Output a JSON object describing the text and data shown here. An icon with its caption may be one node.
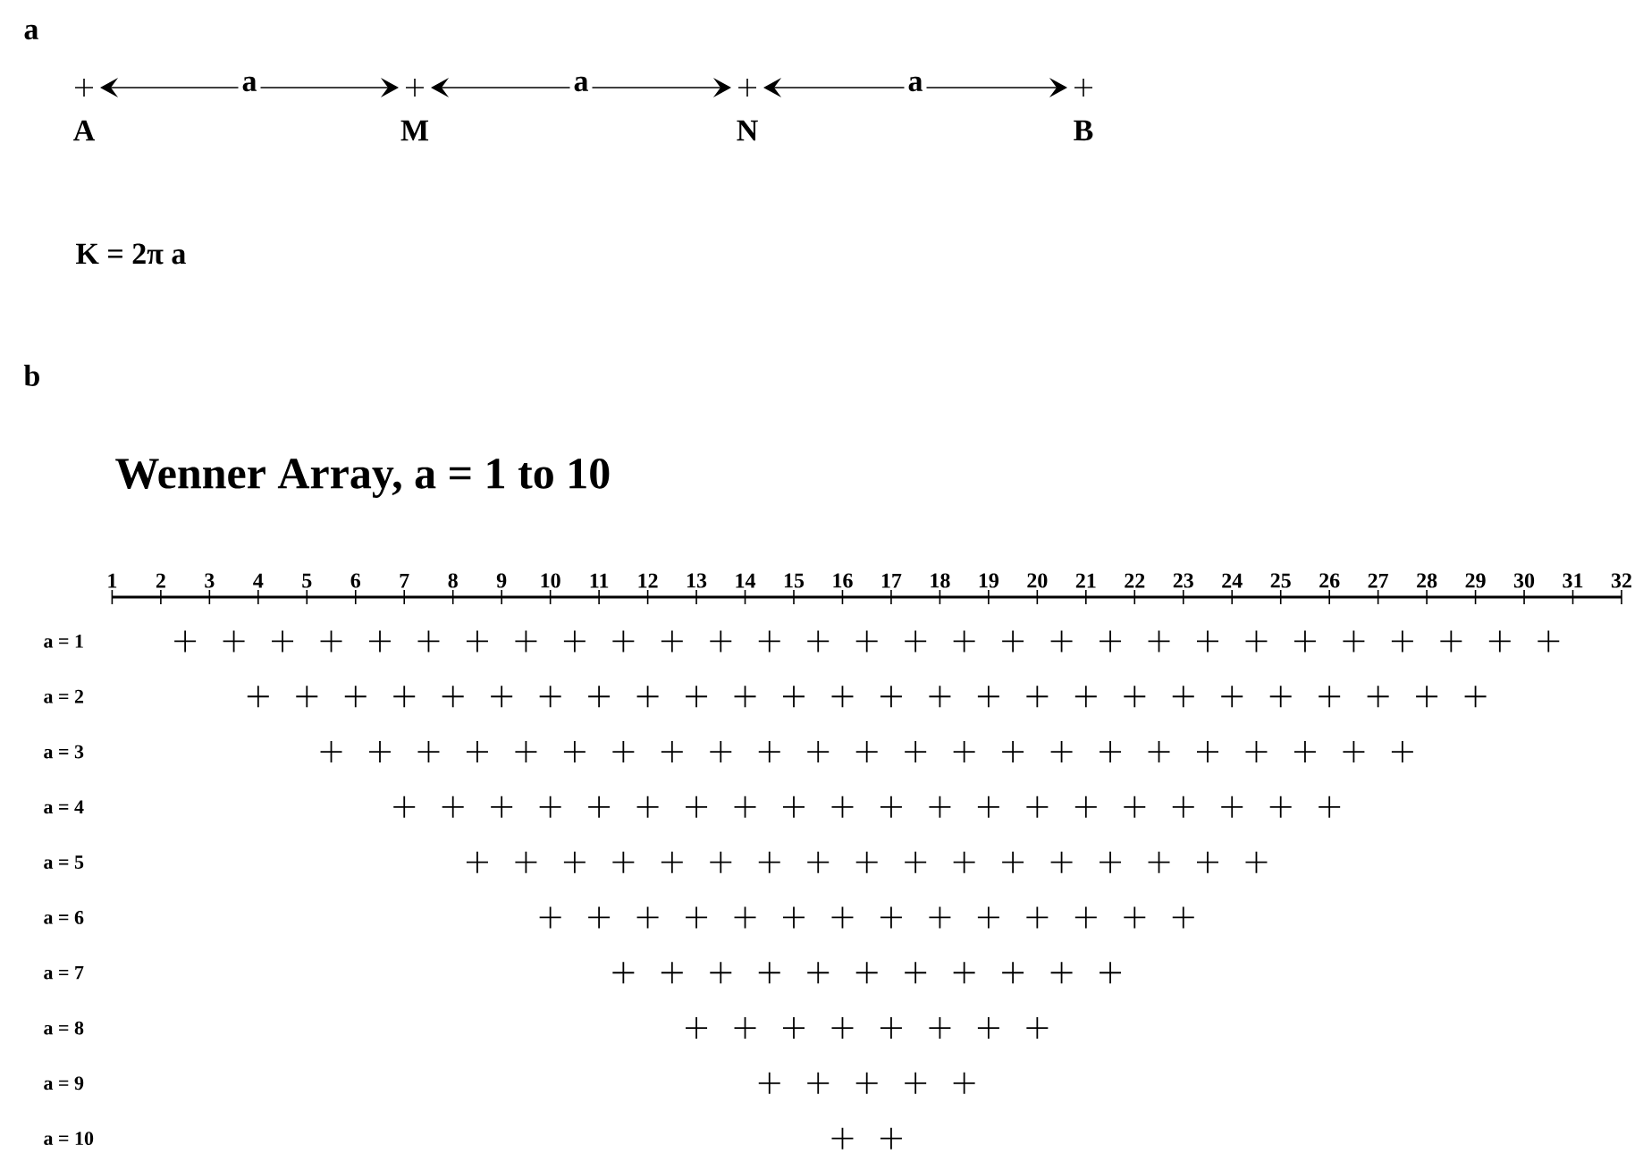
{
  "diagram": {
    "nodes": [
      {
        "text": [
          "A"
        ]
      },
      {
        "text": [
          "M"
        ]
      },
      {
        "text": [
          "N"
        ]
      },
      {
        "text": [
          "B"
        ]
      }
    ],
    "edges": [
      {
        "from": 0,
        "to": 1,
        "arrow": "both",
        "label": "a"
      },
      {
        "from": 1,
        "to": 2,
        "arrow": "both",
        "label": "a"
      },
      {
        "from": 2,
        "to": 3,
        "arrow": "both",
        "label": "a"
      }
    ],
    "labels": [
      "a",
      "K = 2π a",
      "b"
    ],
    "chart_data": {
      "type": "scatter",
      "title": "Wenner Array, a = 1 to 10",
      "xlim": [
        1,
        32
      ],
      "ylim": [
        10,
        1
      ],
      "xticks": [
        1,
        2,
        3,
        4,
        5,
        6,
        7,
        8,
        9,
        10,
        11,
        12,
        13,
        14,
        15,
        16,
        17,
        18,
        19,
        20,
        21,
        22,
        23,
        24,
        25,
        26,
        27,
        28,
        29,
        30,
        31,
        32
      ],
      "yticks": [
        {
          "value": 1,
          "label": "a = 1"
        },
        {
          "value": 2,
          "label": "a = 2"
        },
        {
          "value": 3,
          "label": "a = 3"
        },
        {
          "value": 4,
          "label": "a = 4"
        },
        {
          "value": 5,
          "label": "a = 5"
        },
        {
          "value": 6,
          "label": "a = 6"
        },
        {
          "value": 7,
          "label": "a = 7"
        },
        {
          "value": 8,
          "label": "a = 8"
        },
        {
          "value": 9,
          "label": "a = 9"
        },
        {
          "value": 10,
          "label": "a = 10"
        }
      ],
      "series": [
        {
          "color": "#000000",
          "x": [
            2.5,
            3.5,
            4.5,
            5.5,
            6.5,
            7.5,
            8.5,
            9.5,
            10.5,
            11.5,
            12.5,
            13.5,
            14.5,
            15.5,
            16.5,
            17.5,
            18.5,
            19.5,
            20.5,
            21.5,
            22.5,
            23.5,
            24.5,
            25.5,
            26.5,
            27.5,
            28.5,
            29.5,
            30.5
          ],
          "values": [
            1,
            1,
            1,
            1,
            1,
            1,
            1,
            1,
            1,
            1,
            1,
            1,
            1,
            1,
            1,
            1,
            1,
            1,
            1,
            1,
            1,
            1,
            1,
            1,
            1,
            1,
            1,
            1,
            1
          ]
        },
        {
          "color": "#000000",
          "x": [
            4,
            5,
            6,
            7,
            8,
            9,
            10,
            11,
            12,
            13,
            14,
            15,
            16,
            17,
            18,
            19,
            20,
            21,
            22,
            23,
            24,
            25,
            26,
            27,
            28,
            29
          ],
          "values": [
            2,
            2,
            2,
            2,
            2,
            2,
            2,
            2,
            2,
            2,
            2,
            2,
            2,
            2,
            2,
            2,
            2,
            2,
            2,
            2,
            2,
            2,
            2,
            2,
            2,
            2
          ]
        },
        {
          "color": "#000000",
          "x": [
            5.5,
            6.5,
            7.5,
            8.5,
            9.5,
            10.5,
            11.5,
            12.5,
            13.5,
            14.5,
            15.5,
            16.5,
            17.5,
            18.5,
            19.5,
            20.5,
            21.5,
            22.5,
            23.5,
            24.5,
            25.5,
            26.5,
            27.5
          ],
          "values": [
            3,
            3,
            3,
            3,
            3,
            3,
            3,
            3,
            3,
            3,
            3,
            3,
            3,
            3,
            3,
            3,
            3,
            3,
            3,
            3,
            3,
            3,
            3
          ]
        },
        {
          "color": "#000000",
          "x": [
            7,
            8,
            9,
            10,
            11,
            12,
            13,
            14,
            15,
            16,
            17,
            18,
            19,
            20,
            21,
            22,
            23,
            24,
            25,
            26
          ],
          "values": [
            4,
            4,
            4,
            4,
            4,
            4,
            4,
            4,
            4,
            4,
            4,
            4,
            4,
            4,
            4,
            4,
            4,
            4,
            4,
            4
          ]
        },
        {
          "color": "#000000",
          "x": [
            8.5,
            9.5,
            10.5,
            11.5,
            12.5,
            13.5,
            14.5,
            15.5,
            16.5,
            17.5,
            18.5,
            19.5,
            20.5,
            21.5,
            22.5,
            23.5,
            24.5
          ],
          "values": [
            5,
            5,
            5,
            5,
            5,
            5,
            5,
            5,
            5,
            5,
            5,
            5,
            5,
            5,
            5,
            5,
            5
          ]
        },
        {
          "color": "#000000",
          "x": [
            10,
            11,
            12,
            13,
            14,
            15,
            16,
            17,
            18,
            19,
            20,
            21,
            22,
            23
          ],
          "values": [
            6,
            6,
            6,
            6,
            6,
            6,
            6,
            6,
            6,
            6,
            6,
            6,
            6,
            6
          ]
        },
        {
          "color": "#000000",
          "x": [
            11.5,
            12.5,
            13.5,
            14.5,
            15.5,
            16.5,
            17.5,
            18.5,
            19.5,
            20.5,
            21.5
          ],
          "values": [
            7,
            7,
            7,
            7,
            7,
            7,
            7,
            7,
            7,
            7,
            7
          ]
        },
        {
          "color": "#000000",
          "x": [
            13,
            14,
            15,
            16,
            17,
            18,
            19,
            20
          ],
          "values": [
            8,
            8,
            8,
            8,
            8,
            8,
            8,
            8
          ]
        },
        {
          "color": "#000000",
          "x": [
            14.5,
            15.5,
            16.5,
            17.5,
            18.5
          ],
          "values": [
            9,
            9,
            9,
            9,
            9
          ]
        },
        {
          "color": "#000000",
          "x": [
            16,
            17
          ],
          "values": [
            10,
            10
          ]
        }
      ]
    }
  }
}
